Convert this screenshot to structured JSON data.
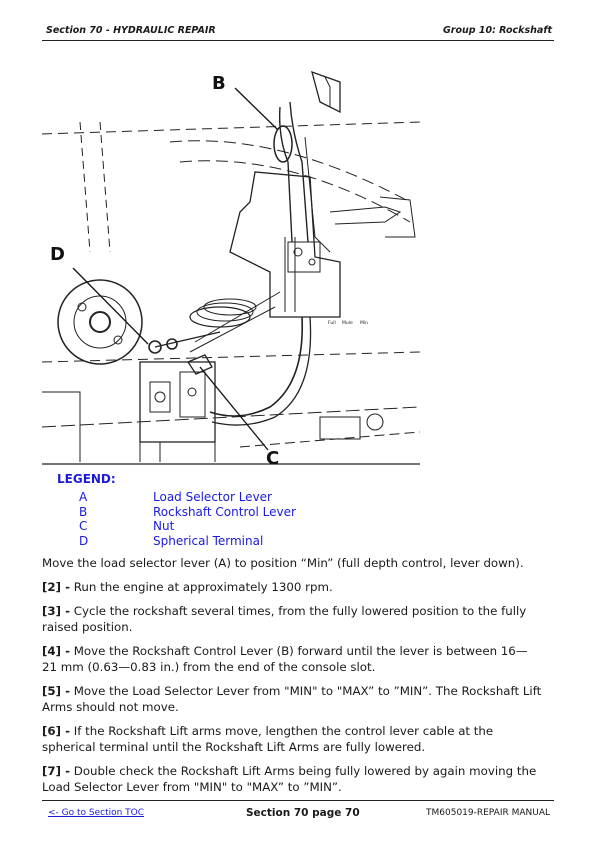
{
  "header": {
    "section": "Section 70 - HYDRAULIC REPAIR",
    "group": "Group 10: Rockshaft"
  },
  "figure": {
    "callouts": {
      "a": "B",
      "b": "D",
      "c": "C"
    },
    "slot_labels": [
      "Full",
      "Mule",
      "Min"
    ]
  },
  "legend": {
    "title": "LEGEND:",
    "items": [
      {
        "key": "A",
        "label": "Load Selector Lever"
      },
      {
        "key": "B",
        "label": "Rockshaft Control Lever"
      },
      {
        "key": "C",
        "label": "Nut"
      },
      {
        "key": "D",
        "label": "Spherical Terminal"
      }
    ]
  },
  "steps": {
    "intro": "Move the load selector lever (A) to position “Min” (full depth control, lever down).",
    "s2_num": "[2] -",
    "s2_text": " Run the engine at approximately 1300 rpm.",
    "s3_num": "[3] -",
    "s3_text": " Cycle the rockshaft several times, from the fully lowered position to the fully raised position.",
    "s4_num": "[4] -",
    "s4_text": " Move the Rockshaft Control Lever (B) forward until the lever is between 16—21 mm (0.63—0.83 in.) from the end of the console slot.",
    "s5_num": "[5] -",
    "s5_text": " Move the Load Selector Lever from \"MIN\" to \"MAX” to ”MIN”. The Rockshaft Lift Arms should not move.",
    "s6_num": "[6] -",
    "s6_text": " If the Rockshaft Lift arms move, lengthen the control lever cable at the spherical terminal until the Rockshaft Lift Arms are fully lowered.",
    "s7_num": "[7] -",
    "s7_text": " Double check the Rockshaft Lift Arms being fully lowered by again moving the Load Selector Lever from \"MIN\" to \"MAX” to ”MIN”."
  },
  "footer": {
    "toc_link": "<- Go to Section TOC",
    "page": "Section 70 page 70",
    "manual": "TM605019-REPAIR MANUAL"
  }
}
